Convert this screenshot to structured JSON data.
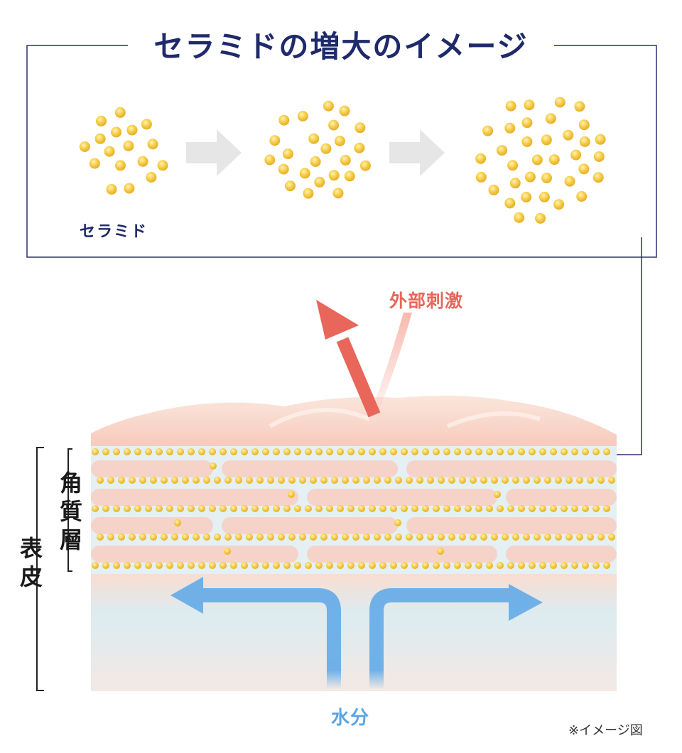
{
  "title": "セラミドの増大のイメージ",
  "ceramide_label": "セラミド",
  "external_stimulus_label": "外部刺激",
  "water_label": "水分",
  "stratum_corneum_label": "角質層",
  "epidermis_label": "表皮",
  "note": "※イメージ図",
  "colors": {
    "frame": "#2b3270",
    "title": "#1f2a6b",
    "ceramide": "#f2c43a",
    "stimulus": "#e8665a",
    "water": "#6aaee8",
    "arrow_gray": "#e6e6e6"
  }
}
